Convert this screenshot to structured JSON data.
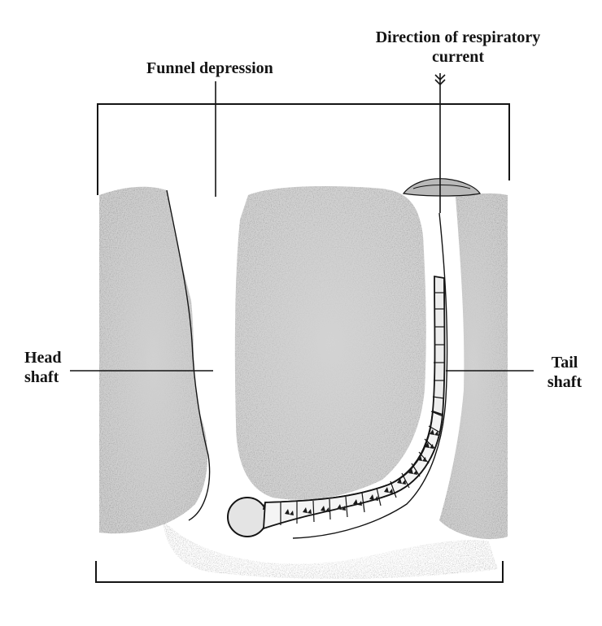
{
  "labels": {
    "funnel_depression": "Funnel depression",
    "respiratory_current_line1": "Direction of respiratory",
    "respiratory_current_line2": "current",
    "head_shaft_line1": "Head",
    "head_shaft_line2": "shaft",
    "tail_shaft_line1": "Tail",
    "tail_shaft_line2": "shaft"
  },
  "colors": {
    "ink": "#141414",
    "sediment": "#cfcfcf",
    "sediment_dark": "#9a9a9a",
    "background": "#ffffff"
  }
}
